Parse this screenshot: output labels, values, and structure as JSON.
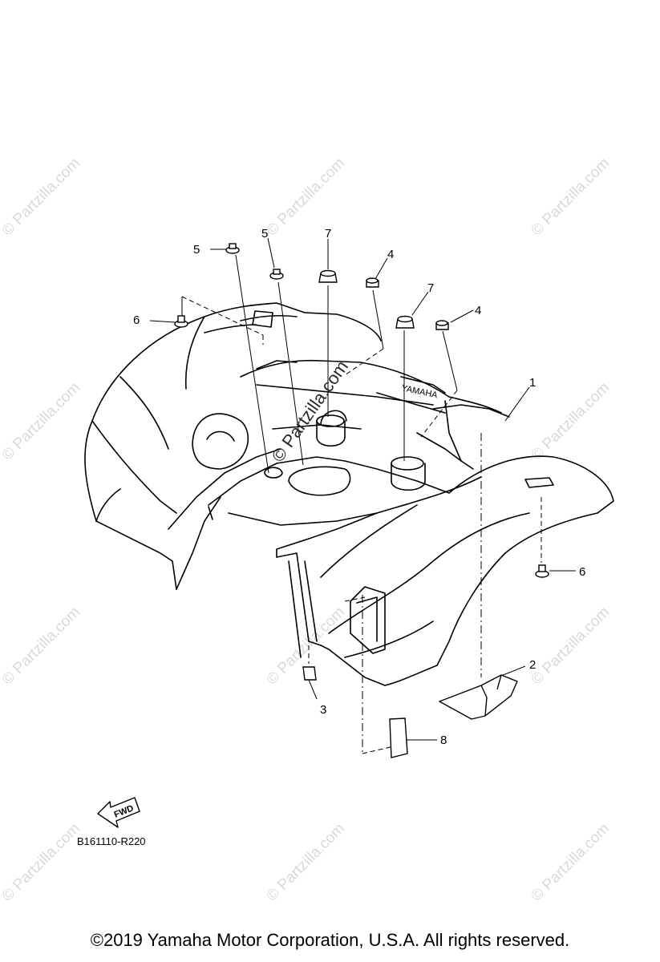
{
  "diagram": {
    "callouts": [
      "5",
      "5",
      "7",
      "4",
      "6",
      "7",
      "4",
      "1",
      "6",
      "2",
      "3",
      "8"
    ],
    "figure_code": "B161110-R220",
    "fwd_label": "FWD",
    "watermark": "© Partzilla.com",
    "copyright": "©2019 Yamaha Motor Corporation, U.S.A. All rights reserved."
  }
}
